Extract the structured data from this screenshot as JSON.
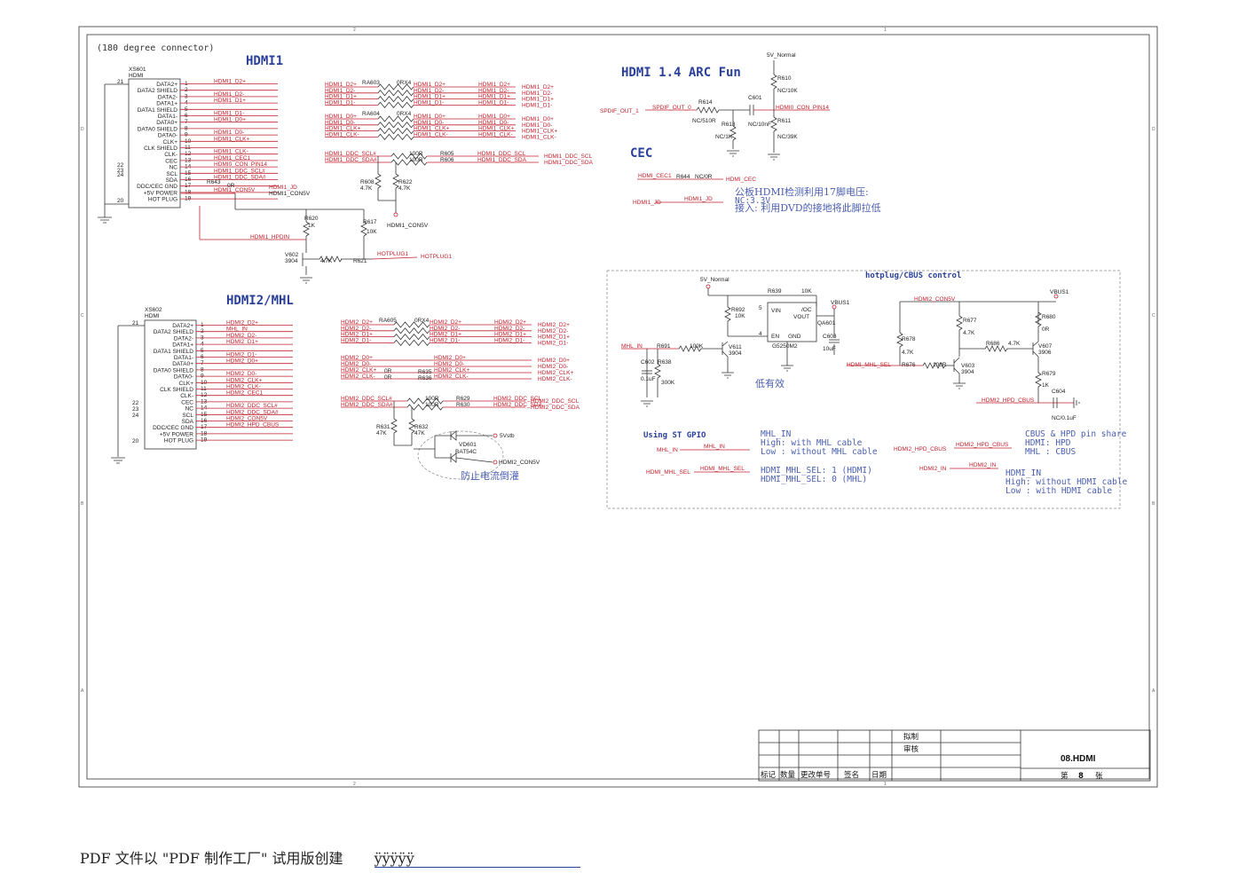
{
  "sheet": {
    "connector_note": "(180 degree connector)",
    "hdmi1_title": "HDMI1",
    "hdmi2_title": "HDMI2/MHL",
    "arc_title": "HDMI 1.4 ARC Fun",
    "cec_title": "CEC",
    "hotplug_title": "hotplug/CBUS control",
    "st_gpio_title": "Using ST GPIO"
  },
  "xs601": {
    "ref": "XS601",
    "type": "HDMI",
    "pins": [
      "DATA2+",
      "DATA2 SHIELD",
      "DATA2-",
      "DATA1+",
      "DATA1 SHIELD",
      "DATA1-",
      "DATA0+",
      "DATA0 SHIELD",
      "DATA0-",
      "CLK+",
      "CLK SHIELD",
      "CLK-",
      "CEC",
      "NC",
      "SCL",
      "SDA",
      "DDC/CEC GND",
      "+5V POWER",
      "HOT PLUG"
    ],
    "nets": [
      "HDMI1_D2+",
      "",
      "HDMI1_D2-",
      "HDMI1_D1+",
      "",
      "HDMI1_D1-",
      "HDMI1_D0+",
      "",
      "HDMI1_D0-",
      "HDMI1_CLK+",
      "",
      "HDMI1_CLK-",
      "HDMI1_CEC1",
      "HDMI0_CON_PIN14",
      "HDMI1_DDC_SCL#",
      "HDMI1_DDC_SDA#",
      "",
      "HDMI1_CON5V",
      ""
    ]
  },
  "xs602": {
    "ref": "XS602",
    "type": "HDMI",
    "pins": [
      "DATA2+",
      "DATA2 SHIELD",
      "DATA2-",
      "DATA1+",
      "DATA1 SHIELD",
      "DATA1-",
      "DATA0+",
      "DATA0 SHIELD",
      "DATA0-",
      "CLK+",
      "CLK SHIELD",
      "CLK-",
      "CEC",
      "NC",
      "SCL",
      "SDA",
      "DDC/CEC GND",
      "+5V POWER",
      "HOT PLUG"
    ],
    "nets": [
      "HDMI2_D2+",
      "MHL_IN",
      "HDMI2_D2-",
      "HDMI2_D1+",
      "",
      "HDMI2_D1-",
      "HDMI2_D0+",
      "",
      "HDMI2_D0-",
      "HDMI2_CLK+",
      "HDMI2_CLK-",
      "HDMI2_CEC1",
      "",
      "HDMI2_DDC_SCL#",
      "HDMI2_DDC_SDA#",
      "HDMI2_CON5V",
      "HDMI2_HPD_CBUS",
      "",
      ""
    ]
  },
  "ra603": {
    "ref": "RA603",
    "value": "0RX4",
    "left": [
      "HDMI1_D2+",
      "HDMI1_D2-",
      "HDMI1_D1+",
      "HDMI1_D1-"
    ],
    "right": [
      "HDMI1_D2+",
      "HDMI1_D2-",
      "HDMI1_D1+",
      "HDMI1_D1-"
    ]
  },
  "ra604": {
    "ref": "RA604",
    "value": "0RX4",
    "left": [
      "HDMI1_D0+",
      "HDMI1_D0-",
      "HDMI1_CLK+",
      "HDMI1_CLK-"
    ],
    "right": [
      "HDMI1_D0+",
      "HDMI1_D0-",
      "HDMI1_CLK+",
      "HDMI1_CLK-"
    ]
  },
  "ra605": {
    "ref": "RA605",
    "value": "0RX4",
    "left": [
      "HDMI2_D2+",
      "HDMI2_D2-",
      "HDMI2_D1+",
      "HDMI2_D1-"
    ],
    "right": [
      "HDMI2_D2+",
      "HDMI2_D2-",
      "HDMI2_D1+",
      "HDMI2_D1-"
    ]
  },
  "hdmi1_offpage": [
    "HDMI1_D2+",
    "HDMI1_D2-",
    "HDMI1_D1+",
    "HDMI1_D1-",
    "HDMI1_D0+",
    "HDMI1_D0-",
    "HDMI1_CLK+",
    "HDMI1_CLK-"
  ],
  "hdmi2_offpage": [
    "HDMI2_D2+",
    "HDMI2_D2-",
    "HDMI2_D1+",
    "HDMI2_D1-",
    "HDMI2_D0+",
    "HDMI2_D0-",
    "HDMI2_CLK+",
    "HDMI2_CLK-"
  ],
  "ddc1": {
    "in": [
      "HDMI1_DDC_SCL#",
      "HDMI1_DDC_SDA#"
    ],
    "r": [
      "R605",
      "R606"
    ],
    "val": "100R",
    "out": [
      "HDMI1_DDC_SCL",
      "HDMI1_DDC_SDA"
    ],
    "pull": [
      "R608",
      "R622"
    ],
    "pullval": "4.7K",
    "con5v": "HDMI1_CON5V"
  },
  "ddc2": {
    "in": [
      "HDMI2_DDC_SCL#",
      "HDMI2_DDC_SDA#"
    ],
    "r": [
      "R629",
      "R630"
    ],
    "val": "100R",
    "out": [
      "HDMI2_DDC_SCL",
      "HDMI2_DDC_SDA"
    ],
    "pull": [
      "R631",
      "R632"
    ],
    "pullval": "47K"
  },
  "hdmi2_d0": {
    "in": [
      "HDMI2_D0+",
      "HDMI2_D0-",
      "HDMI2_CLK+",
      "HDMI2_CLK-"
    ],
    "r": [
      "R635",
      "R636"
    ],
    "val": "0R"
  },
  "hpd1": {
    "r620": "R620",
    "r620v": "1K",
    "r617": "R617",
    "r617v": "10K",
    "q": "V602",
    "qv": "3904",
    "r621": "R621",
    "r621v": "4.7K",
    "net_hpdin": "HDMI1_HPDIN",
    "hotplug": "HOTPLUG1",
    "r643": "R643",
    "r643v": "0R",
    "jd": "HDMI1_JD",
    "con5v": "HDMI1_CON5V"
  },
  "diode": {
    "ref": "VD601",
    "part": "BAT54C",
    "vstb": "5Vstb",
    "con5v": "HDMI2_CON5V",
    "note": "防止电流倒灌"
  },
  "arc": {
    "spdif": "SPDIF_OUT_1",
    "spdif0": "SPDIF_OUT_0",
    "r614": "R614",
    "r614v": "NC/510R",
    "r613": "R613",
    "r613v": "NC/1K",
    "c601": "C601",
    "c601v": "NC/10nF",
    "pin14": "HDMI0_CON_PIN14",
    "r610": "R610",
    "r610v": "NC/10K",
    "r611": "R611",
    "r611v": "NC/39K",
    "v5": "5V_Normal"
  },
  "cec": {
    "in": "HDMI_CEC1",
    "r": "R644",
    "rv": "NC/0R",
    "out": "HDMI_CEC",
    "jd_in": "HDMI1_JD",
    "jd_out": "HDMI1_JD",
    "note1": "公板HDMI检测利用17脚电压:",
    "note2": "NC:3.3V",
    "note3": "接入: 利用DVD的接地将此脚拉低"
  },
  "hotplug": {
    "v5": "5V_Normal",
    "r639": "R639",
    "r639v": "10K",
    "ic": "QA601",
    "icpart": "G5250M2",
    "vbus1": "VBUS1",
    "c603": "C603",
    "c603v": "10uF",
    "r692": "R692",
    "r692v": "10K",
    "mhl_in": "MHL_IN",
    "r691": "R691",
    "r691v": "100K",
    "v611": "V611",
    "v611v": "3904",
    "c602": "C602",
    "c602v": "0.1uF",
    "r638": "R638",
    "r638v": "300K",
    "low_note": "低有效",
    "con5v": "HDMI2_CON5V",
    "r678": "R678",
    "r678v": "4.7K",
    "r677": "R677",
    "r677v": "4.7K",
    "r686": "R686",
    "r686v": "4.7K",
    "r680": "R680",
    "r680v": "0R",
    "v607": "V607",
    "v607v": "3906",
    "r679": "R679",
    "r679v": "1K",
    "c604": "C604",
    "c604v": "NC/0.1uF",
    "sel": "HDMI_MHL_SEL",
    "r676": "R676",
    "r676v": "100R",
    "v603": "V603",
    "v603v": "3904",
    "hpd_cbus": "HDMI2_HPD_CBUS"
  },
  "gpio_notes": {
    "mhl_in_label": "MHL_IN",
    "mhl_in_lines": [
      "MHL_IN",
      "High: with MHL cable",
      "Low : without MHL cable"
    ],
    "sel_label": "HDMI_MHL_SEL",
    "sel_lines": [
      "HDMI_MHL_SEL: 1 (HDMI)",
      "HDMI_MHL_SEL: 0 (MHL)"
    ],
    "cbus_label": "HDMI2_HPD_CBUS",
    "cbus_lines": [
      "CBUS & HPD pin share",
      "HDMI: HPD",
      "MHL : CBUS"
    ],
    "hdmi2in_label": "HDMI2_IN",
    "hdmi2in_lines": [
      "HDMI_IN",
      "High: without HDMI cable",
      "Low : with HDMI cable"
    ]
  },
  "titleblock": {
    "drawn": "拟制",
    "check": "审核",
    "cols": [
      "标记",
      "数量",
      "更改单号",
      "签名",
      "日期"
    ],
    "name": "08.HDMI",
    "page_prefix": "第",
    "page": "8",
    "page_suffix": "张"
  },
  "border_marks": {
    "top": [
      "2",
      "1"
    ],
    "left": [
      "D",
      "C",
      "B",
      "A"
    ]
  },
  "footer": {
    "text": "PDF 文件以 \"PDF 制作工厂\" 试用版创建",
    "mark": "ÿÿÿÿÿ"
  },
  "colors": {
    "net": "#c0212d",
    "wire": "#333333",
    "title": "#2a3f9a",
    "note": "#4b5fb0"
  }
}
